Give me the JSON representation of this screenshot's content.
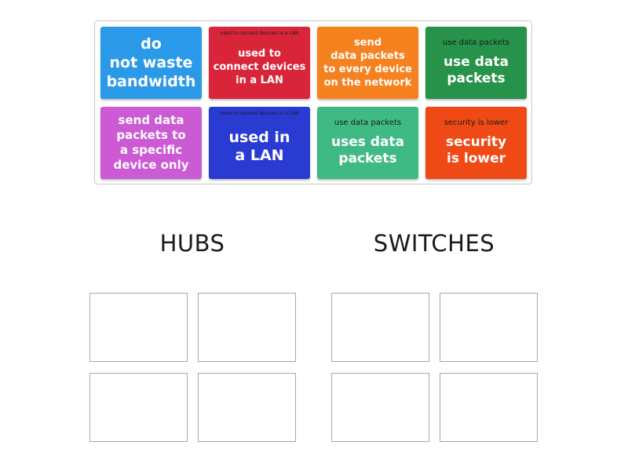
{
  "tray": {
    "cards": [
      {
        "small": "",
        "main": "do\nnot waste\nbandwidth",
        "color": "#2a9ae8"
      },
      {
        "small": "used to connect devices in a LAN",
        "main": "used to\nconnect devices\nin a LAN",
        "color": "#d9253a"
      },
      {
        "small": "",
        "main": "send\ndata packets\nto every device\non the network",
        "color": "#f5811f"
      },
      {
        "small": "use data packets",
        "main": "use data\npackets",
        "color": "#26924a"
      },
      {
        "small": "",
        "main": "send data\npackets to\na specific\ndevice only",
        "color": "#cb5ad4"
      },
      {
        "small": "used to connect devices in a LAN",
        "main": "used in\na LAN",
        "color": "#2a3bd1"
      },
      {
        "small": "use data packets",
        "main": "uses data\npackets",
        "color": "#3fba85"
      },
      {
        "small": "security is lower",
        "main": "security\nis lower",
        "color": "#ef4a15"
      }
    ]
  },
  "groups": [
    {
      "title": "HUBS",
      "slots": 4
    },
    {
      "title": "SWITCHES",
      "slots": 4
    }
  ]
}
